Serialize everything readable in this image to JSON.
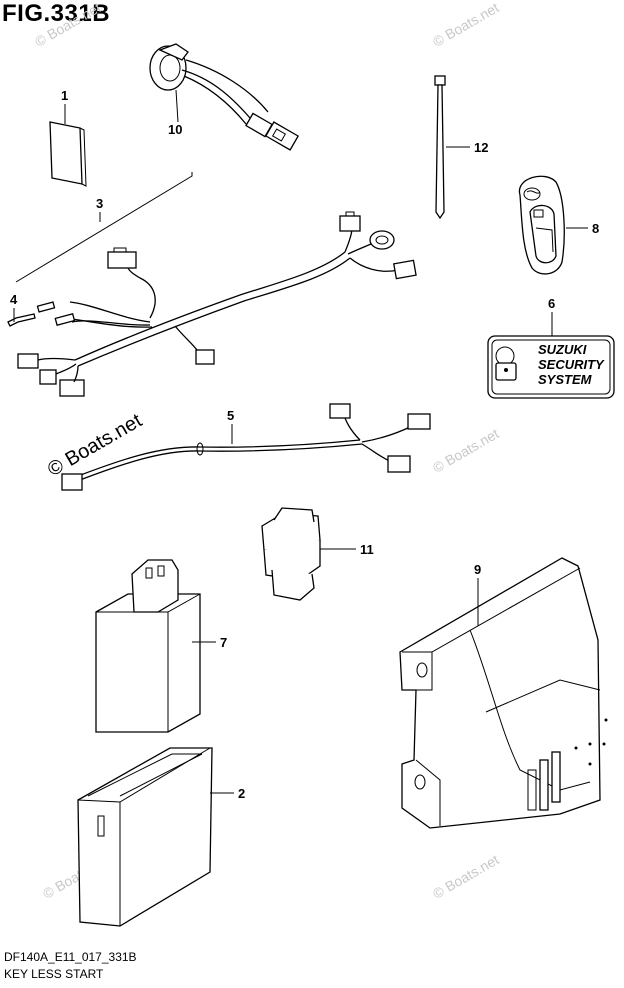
{
  "figure": {
    "title": "FIG.331B",
    "drawing_code": "DF140A_E11_017_331B",
    "section_title": "KEY LESS START"
  },
  "watermark": {
    "small": "© Boats.net",
    "large": "© Boats.net"
  },
  "callouts": [
    {
      "id": "1"
    },
    {
      "id": "2"
    },
    {
      "id": "3"
    },
    {
      "id": "4"
    },
    {
      "id": "5"
    },
    {
      "id": "6"
    },
    {
      "id": "7"
    },
    {
      "id": "8"
    },
    {
      "id": "9"
    },
    {
      "id": "10"
    },
    {
      "id": "11"
    },
    {
      "id": "12"
    }
  ],
  "label_plate": {
    "line1": "SUZUKI",
    "line2": "SECURITY",
    "line3": "SYSTEM"
  }
}
